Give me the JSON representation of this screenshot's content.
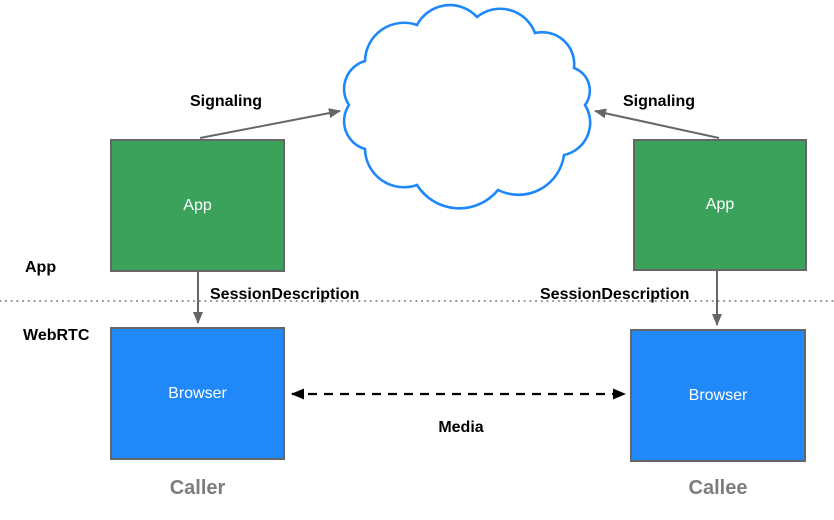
{
  "diagram": {
    "layer_labels": {
      "app": "App",
      "webrtc": "WebRTC"
    },
    "nodes": {
      "caller_app": {
        "label": "App"
      },
      "callee_app": {
        "label": "App"
      },
      "caller_browser": {
        "label": "Browser"
      },
      "callee_browser": {
        "label": "Browser"
      }
    },
    "edges": {
      "signaling_left": {
        "label": "Signaling"
      },
      "signaling_right": {
        "label": "Signaling"
      },
      "session_description_left": {
        "label": "SessionDescription"
      },
      "session_description_right": {
        "label": "SessionDescription"
      },
      "media": {
        "label": "Media"
      }
    },
    "captions": {
      "caller": "Caller",
      "callee": "Callee"
    },
    "colors": {
      "app_box": "#3aa25a",
      "browser_box": "#2088f8",
      "box_border": "#666666",
      "cloud_stroke": "#1e88fa",
      "solid_arrow": "#666666",
      "media_arrow": "#000000",
      "divider_dots": "#808080",
      "caption_text": "#7d7d7d",
      "label_text": "#000000",
      "box_text": "#ffffff"
    }
  }
}
